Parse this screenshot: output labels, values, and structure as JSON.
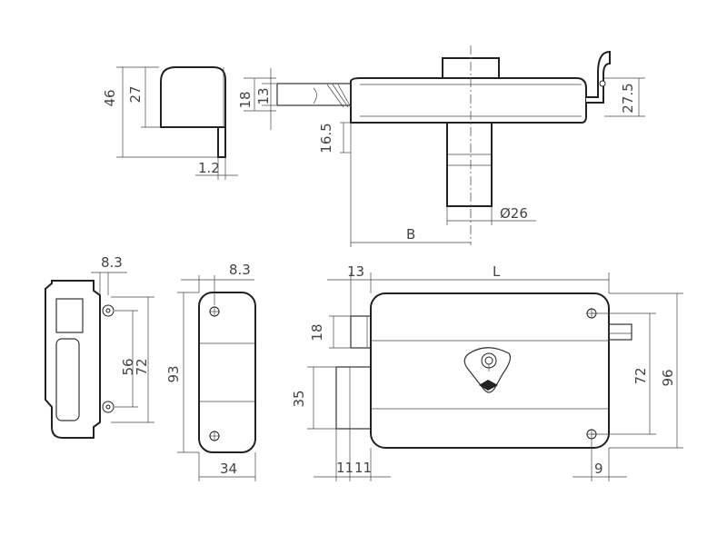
{
  "views": {
    "cover_side": {
      "dim_height_total": "46",
      "dim_height_cap": "27",
      "dim_thickness": "1.2"
    },
    "top_view": {
      "dim_bolt_18": "18",
      "dim_bolt_13": "13",
      "dim_offset": "16.5",
      "dim_hook": "27.5",
      "dim_cylinder": "Ø26",
      "dim_backset": "B"
    },
    "keeper_view": {
      "dim_edge": "8.3",
      "dim_holes_56": "56",
      "dim_holes_72": "72"
    },
    "front_cover_view": {
      "dim_edge": "8.3",
      "dim_height": "93",
      "dim_width": "34"
    },
    "main_view": {
      "dim_bolt_offset": "13",
      "dim_length": "L",
      "dim_deadbolt": "18",
      "dim_latch": "35",
      "dim_latch_w1": "11",
      "dim_latch_w2": "11",
      "dim_holes": "72",
      "dim_height": "96",
      "dim_hole_edge": "9"
    }
  }
}
